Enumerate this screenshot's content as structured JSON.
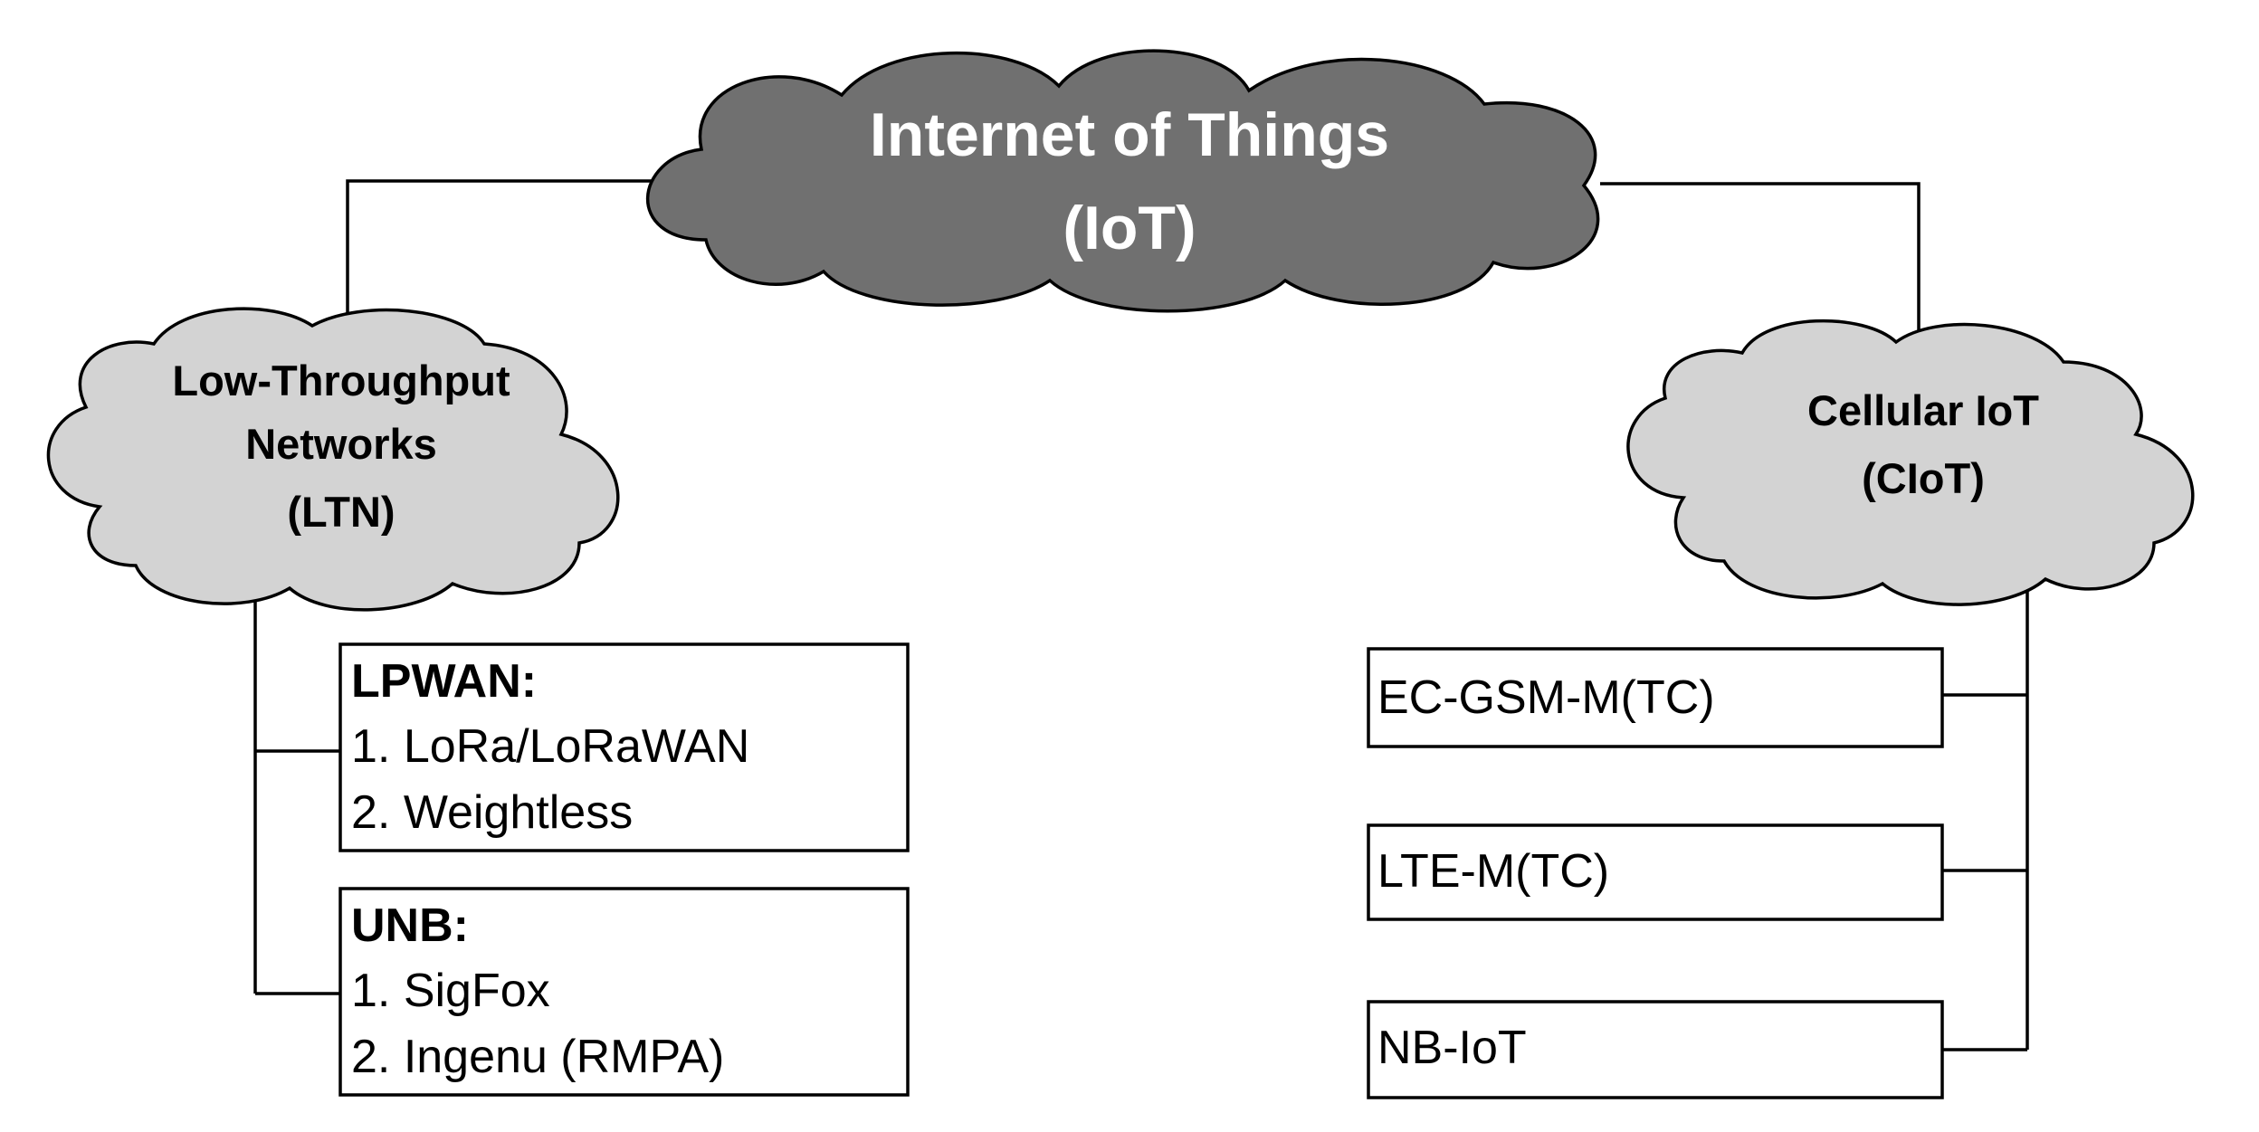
{
  "root": {
    "line1": "Internet of Things",
    "line2": "(IoT)",
    "fill": "#707070"
  },
  "left_cloud": {
    "line1": "Low-Throughput",
    "line2": "Networks",
    "line3": "(LTN)",
    "fill": "#d3d3d3"
  },
  "right_cloud": {
    "line1": "Cellular IoT",
    "line2": "(CIoT)",
    "fill": "#d3d3d3"
  },
  "left_boxes": [
    {
      "heading": "LPWAN:",
      "items": [
        "1. LoRa/LoRaWAN",
        "2. Weightless"
      ]
    },
    {
      "heading": "UNB:",
      "items": [
        "1. SigFox",
        "2. Ingenu (RMPA)"
      ]
    }
  ],
  "right_boxes": [
    {
      "label": "EC-GSM-M(TC)"
    },
    {
      "label": "LTE-M(TC)"
    },
    {
      "label": "NB-IoT"
    }
  ]
}
